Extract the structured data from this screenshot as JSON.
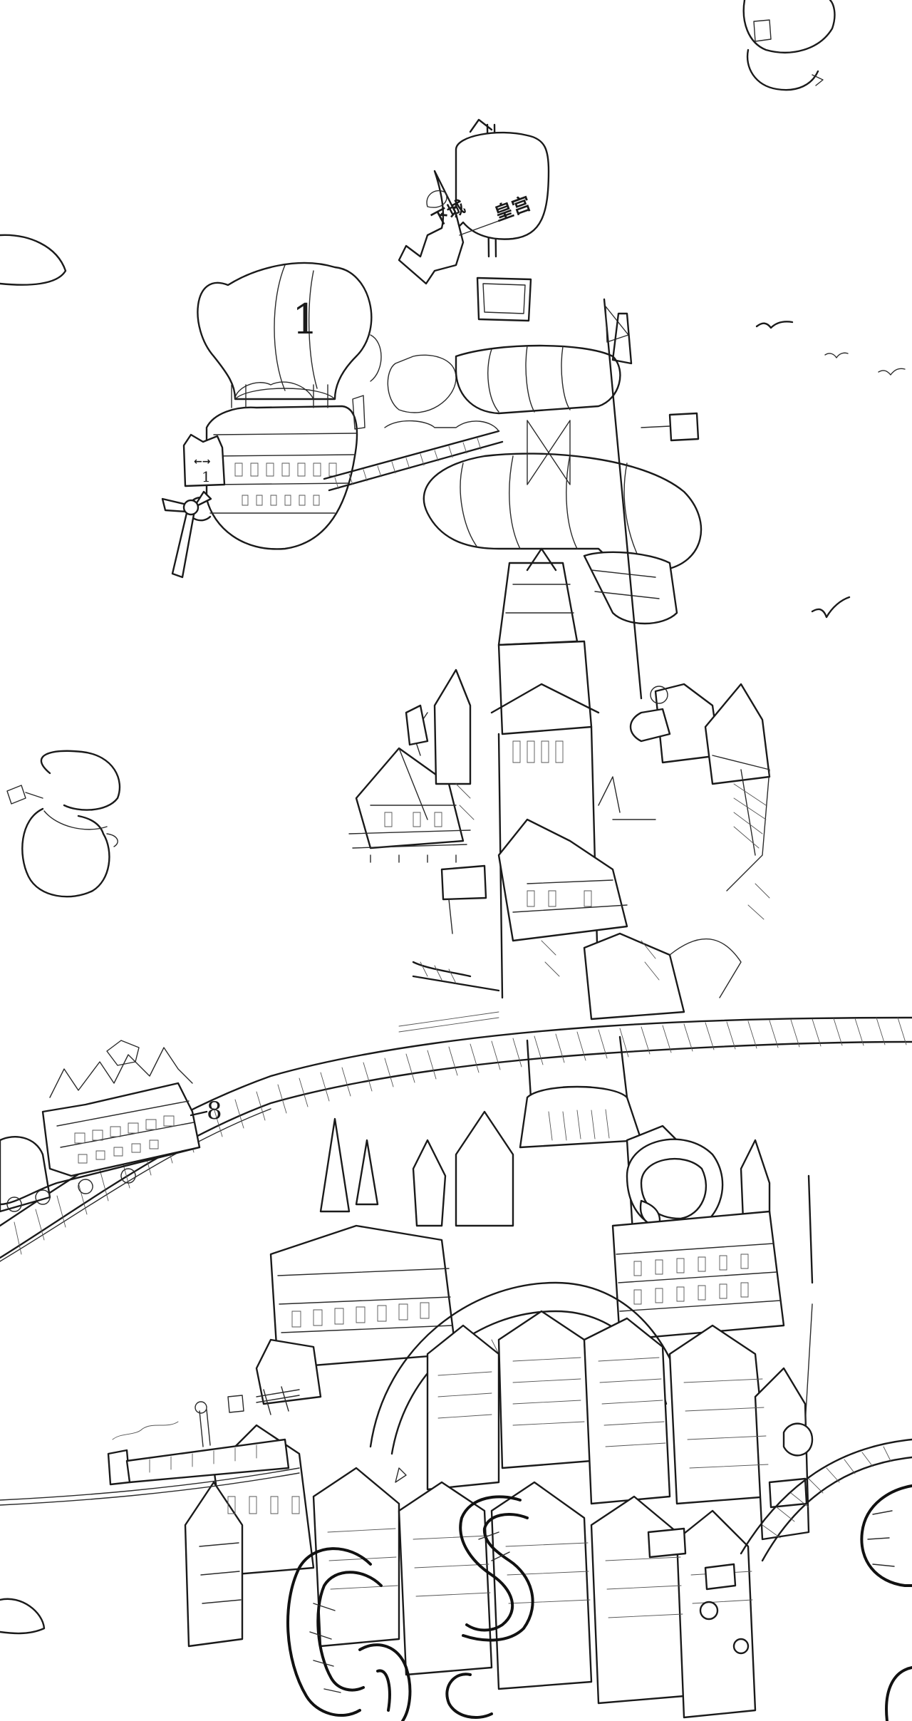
{
  "signpost": {
    "left_label": "下城",
    "right_label": "皇宫"
  },
  "airship": {
    "balloon_number": "1",
    "tag_number": "1",
    "tag_arrow": "←→"
  },
  "train": {
    "coupling_number": "8"
  },
  "giant_letters": [
    "C",
    "S"
  ],
  "colors": {
    "ink": "#1a1a1a",
    "paper": "#ffffff"
  }
}
